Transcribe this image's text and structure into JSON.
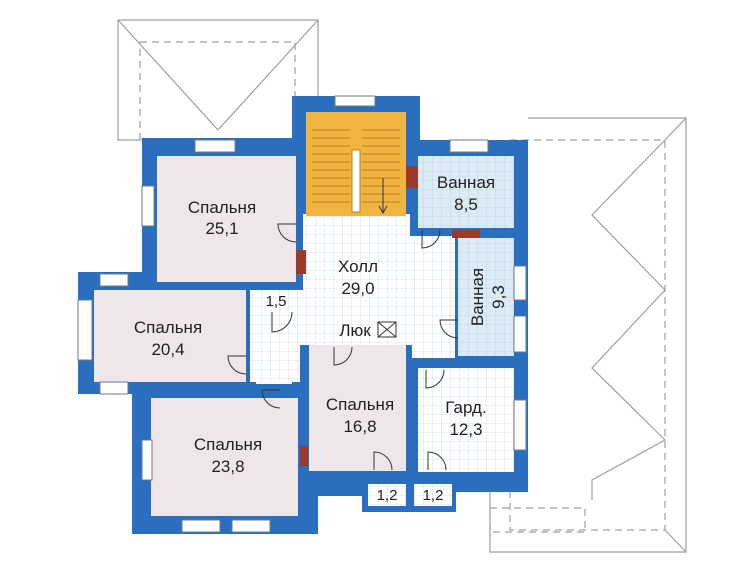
{
  "rooms": {
    "bed1": {
      "name": "Спальня",
      "area": "25,1"
    },
    "bed2": {
      "name": "Спальня",
      "area": "20,4"
    },
    "bed3": {
      "name": "Спальня",
      "area": "23,8"
    },
    "bed4": {
      "name": "Спальня",
      "area": "16,8"
    },
    "hall": {
      "name": "Холл",
      "area": "29,0"
    },
    "bath1": {
      "name": "Ванная",
      "area": "8,5"
    },
    "bath2": {
      "name": "Ванная",
      "area": "9,3"
    },
    "wardrobe": {
      "name": "Гард.",
      "area": "12,3"
    },
    "closet1": {
      "area": "1,5"
    },
    "closet2": {
      "area": "1,2"
    },
    "closet3": {
      "area": "1,2"
    }
  },
  "hatch": {
    "label": "Люк"
  },
  "colors": {
    "wall": "#2a6fbf",
    "bedroom": "#efe6ea",
    "bathroom": "#dbeaf5",
    "stairs": "#f1b441",
    "roof_outline": "#9aa0a8"
  }
}
